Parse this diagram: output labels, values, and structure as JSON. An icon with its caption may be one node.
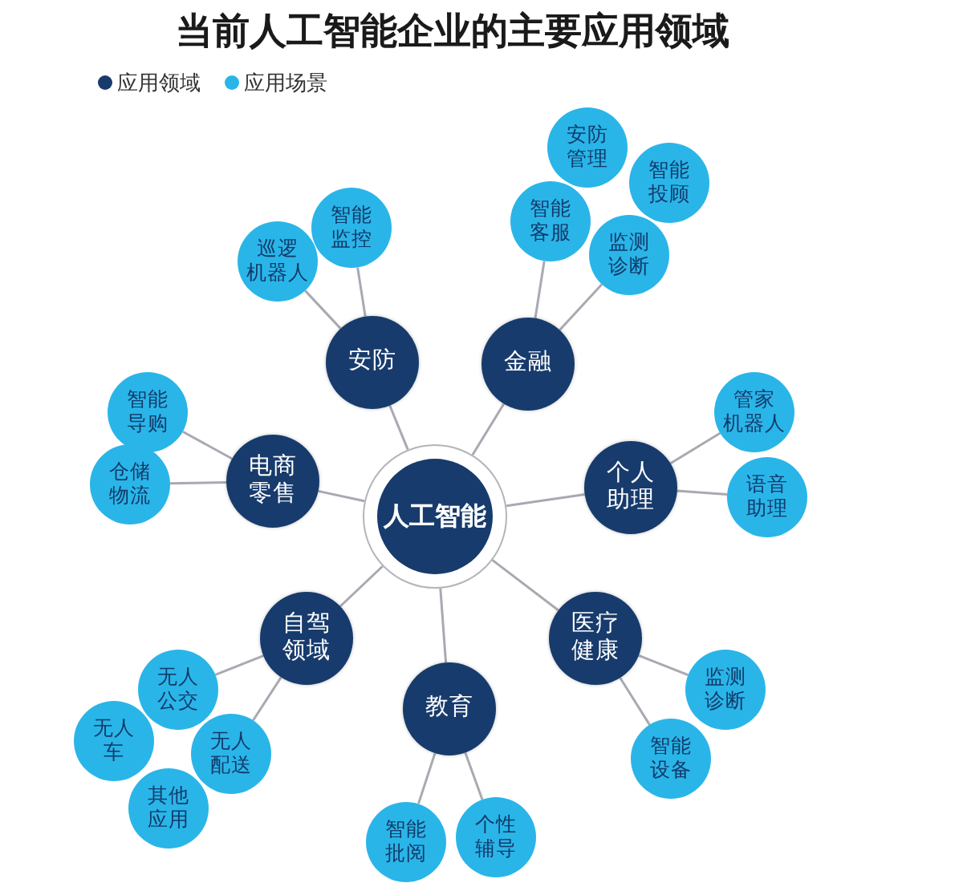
{
  "diagram": {
    "title": "当前人工智能企业的主要应用领域",
    "nodes": [
      {
        "text": [
          "人工智能"
        ]
      },
      {
        "text": [
          "安防"
        ]
      },
      {
        "text": [
          "金融"
        ]
      },
      {
        "text": [
          "个人助理"
        ]
      },
      {
        "text": [
          "医疗健康"
        ]
      },
      {
        "text": [
          "教育"
        ]
      },
      {
        "text": [
          "自驾领域"
        ]
      },
      {
        "text": [
          "电商零售"
        ]
      },
      {
        "text": [
          "巡逻机器人"
        ]
      },
      {
        "text": [
          "智能监控"
        ]
      },
      {
        "text": [
          "安防管理"
        ]
      },
      {
        "text": [
          "智能投顾"
        ]
      },
      {
        "text": [
          "智能客服"
        ]
      },
      {
        "text": [
          "监测诊断"
        ]
      },
      {
        "text": [
          "管家机器人"
        ]
      },
      {
        "text": [
          "语音助理"
        ]
      },
      {
        "text": [
          "监测诊断"
        ]
      },
      {
        "text": [
          "智能设备"
        ]
      },
      {
        "text": [
          "智能批阅"
        ]
      },
      {
        "text": [
          "个性辅导"
        ]
      },
      {
        "text": [
          "无人公交"
        ]
      },
      {
        "text": [
          "无人车"
        ]
      },
      {
        "text": [
          "无人配送"
        ]
      },
      {
        "text": [
          "其他应用"
        ]
      },
      {
        "text": [
          "智能导购"
        ]
      },
      {
        "text": [
          "仓储物流"
        ]
      }
    ],
    "edges": [
      {
        "from": 0,
        "to": 1,
        "arrow": "none"
      },
      {
        "from": 0,
        "to": 2,
        "arrow": "none"
      },
      {
        "from": 0,
        "to": 3,
        "arrow": "none"
      },
      {
        "from": 0,
        "to": 4,
        "arrow": "none"
      },
      {
        "from": 0,
        "to": 5,
        "arrow": "none"
      },
      {
        "from": 0,
        "to": 6,
        "arrow": "none"
      },
      {
        "from": 0,
        "to": 7,
        "arrow": "none"
      },
      {
        "from": 1,
        "to": 8,
        "arrow": "none"
      },
      {
        "from": 1,
        "to": 9,
        "arrow": "none"
      },
      {
        "from": 2,
        "to": 12,
        "arrow": "none"
      },
      {
        "from": 2,
        "to": 13,
        "arrow": "none"
      },
      {
        "from": 3,
        "to": 14,
        "arrow": "none"
      },
      {
        "from": 3,
        "to": 15,
        "arrow": "none"
      },
      {
        "from": 4,
        "to": 16,
        "arrow": "none"
      },
      {
        "from": 4,
        "to": 17,
        "arrow": "none"
      },
      {
        "from": 5,
        "to": 18,
        "arrow": "none"
      },
      {
        "from": 5,
        "to": 19,
        "arrow": "none"
      },
      {
        "from": 6,
        "to": 20,
        "arrow": "none"
      },
      {
        "from": 6,
        "to": 22,
        "arrow": "none"
      },
      {
        "from": 7,
        "to": 24,
        "arrow": "none"
      },
      {
        "from": 7,
        "to": 25,
        "arrow": "none"
      }
    ],
    "legend": [
      {
        "text": "应用领域",
        "color": "#173b6c"
      },
      {
        "text": "应用场景",
        "color": "#2ab5e8"
      }
    ]
  }
}
